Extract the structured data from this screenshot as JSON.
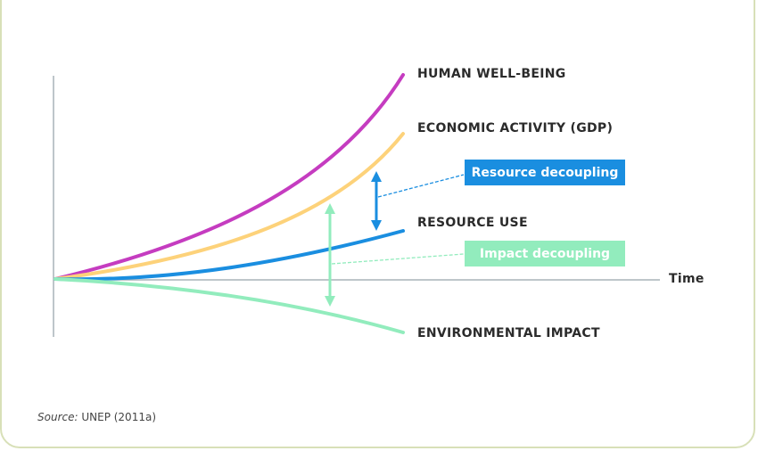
{
  "labels": {
    "human": "HUMAN WELL-BEING",
    "gdp": "ECONOMIC ACTIVITY (GDP)",
    "resource": "RESOURCE USE",
    "impact": "ENVIRONMENTAL IMPACT",
    "time": "Time"
  },
  "boxes": {
    "resource_decoupling": "Resource decoupling",
    "impact_decoupling": "Impact decoupling"
  },
  "source": {
    "prefix": "Source:",
    "text": " UNEP (2011a)"
  },
  "colors": {
    "human": "#c53cc0",
    "gdp": "#fdd27a",
    "resource": "#1a8ee0",
    "impact": "#92ecbd",
    "axis": "#a9b4b8"
  }
}
